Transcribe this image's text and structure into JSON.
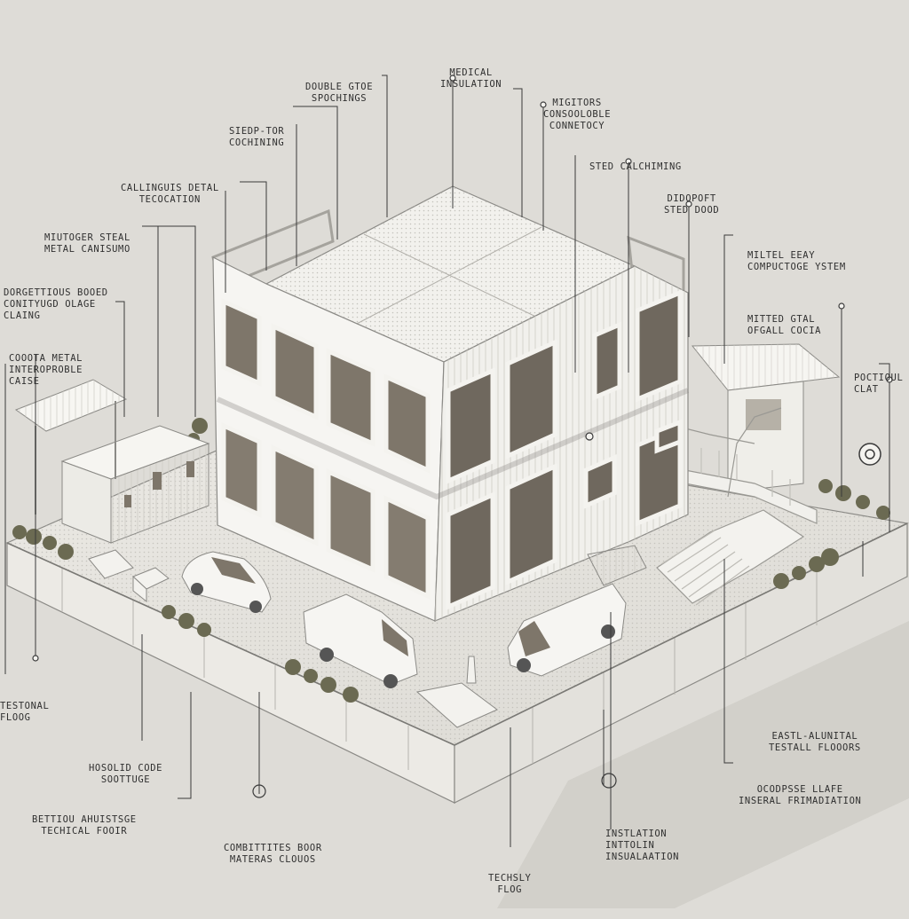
{
  "colors": {
    "background": "#dedcd7",
    "structure": "#f4f3ef",
    "outline": "#8b8a86",
    "leader": "#3a3a3a",
    "glass": "#7e766a",
    "shrub": "#6b6a52"
  },
  "icons": [
    "target-marker-icon",
    "hand-marker-icon"
  ],
  "labels": [
    {
      "id": "l01",
      "lines": [
        "MEDICAL",
        "INSULATION"
      ]
    },
    {
      "id": "l02",
      "lines": [
        "DOUBLE GTOE",
        "SPOCHINGS"
      ]
    },
    {
      "id": "l03",
      "lines": [
        "MIGITORS",
        "CONSOOLOBLE",
        "CONNETOCY"
      ]
    },
    {
      "id": "l04",
      "lines": [
        "SIEDP-TOR",
        "COCHINING"
      ]
    },
    {
      "id": "l05",
      "lines": [
        "STED CALCHIMING"
      ]
    },
    {
      "id": "l06",
      "lines": [
        "CALLINGUIS DETAL",
        "TECOCATION"
      ]
    },
    {
      "id": "l07",
      "lines": [
        "DIDOPOFT",
        "STED DOOD"
      ]
    },
    {
      "id": "l08",
      "lines": [
        "MIUTOGER STEAL",
        "METAL CANISUMO"
      ]
    },
    {
      "id": "l09",
      "lines": [
        "MILTEL EEAY",
        "COMPUCTOGE YSTEM"
      ]
    },
    {
      "id": "l10",
      "lines": [
        "DORGETTIOUS BOOED",
        "CONITYUGD OLAGE",
        "CLAING"
      ]
    },
    {
      "id": "l11",
      "lines": [
        "MITTED GTAL",
        "OFGALL COCIA"
      ]
    },
    {
      "id": "l12",
      "lines": [
        "COOOTA METAL",
        "INTEROPROBLE",
        "CAISE"
      ]
    },
    {
      "id": "l13",
      "lines": [
        "POCTIOUL",
        "CLAT"
      ]
    },
    {
      "id": "l14",
      "lines": [
        "TESTONAL",
        "FLOOG"
      ]
    },
    {
      "id": "l15",
      "lines": [
        "EASTL-ALUNITAL",
        "TESTALL FLOOORS"
      ]
    },
    {
      "id": "l16",
      "lines": [
        "HOSOLID CODE",
        "SOOTTUGE"
      ]
    },
    {
      "id": "l17",
      "lines": [
        "OCODPSSE LLAFE",
        "INSERAL FRIMADIATION"
      ]
    },
    {
      "id": "l18",
      "lines": [
        "BETTIOU AHUISTSGE",
        "TECHICAL FOOIR"
      ]
    },
    {
      "id": "l19",
      "lines": [
        "COMBITTITES BOOR",
        "MATERAS CLOUOS"
      ]
    },
    {
      "id": "l20",
      "lines": [
        "INSTLATION",
        "INTTOLIN",
        "INSUALAATION"
      ]
    },
    {
      "id": "l21",
      "lines": [
        "TECHSLY",
        "FLOG"
      ]
    }
  ]
}
